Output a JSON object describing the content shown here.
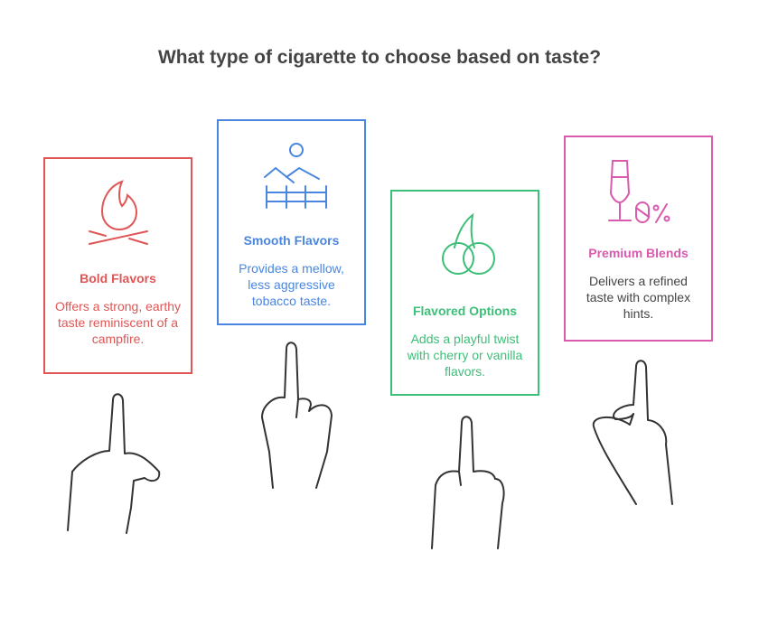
{
  "title": "What type of cigarette to choose based on taste?",
  "colors": {
    "bold": "#E05555",
    "smooth": "#4A86E0",
    "flavored": "#3CBF78",
    "premium": "#D95AAE",
    "text": "#444444"
  },
  "cards": [
    {
      "title": "Bold Flavors",
      "description": "Offers a strong, earthy taste reminiscent of a campfire.",
      "icon": "campfire-icon"
    },
    {
      "title": "Smooth Flavors",
      "description": "Provides a mellow, less aggressive tobacco taste.",
      "icon": "landscape-fence-icon"
    },
    {
      "title": "Flavored Options",
      "description": "Adds a playful twist with cherry or vanilla flavors.",
      "icon": "cherry-icon"
    },
    {
      "title": "Premium Blends",
      "description": "Delivers a refined taste with complex hints.",
      "icon": "wine-glass-percent-icon"
    }
  ]
}
